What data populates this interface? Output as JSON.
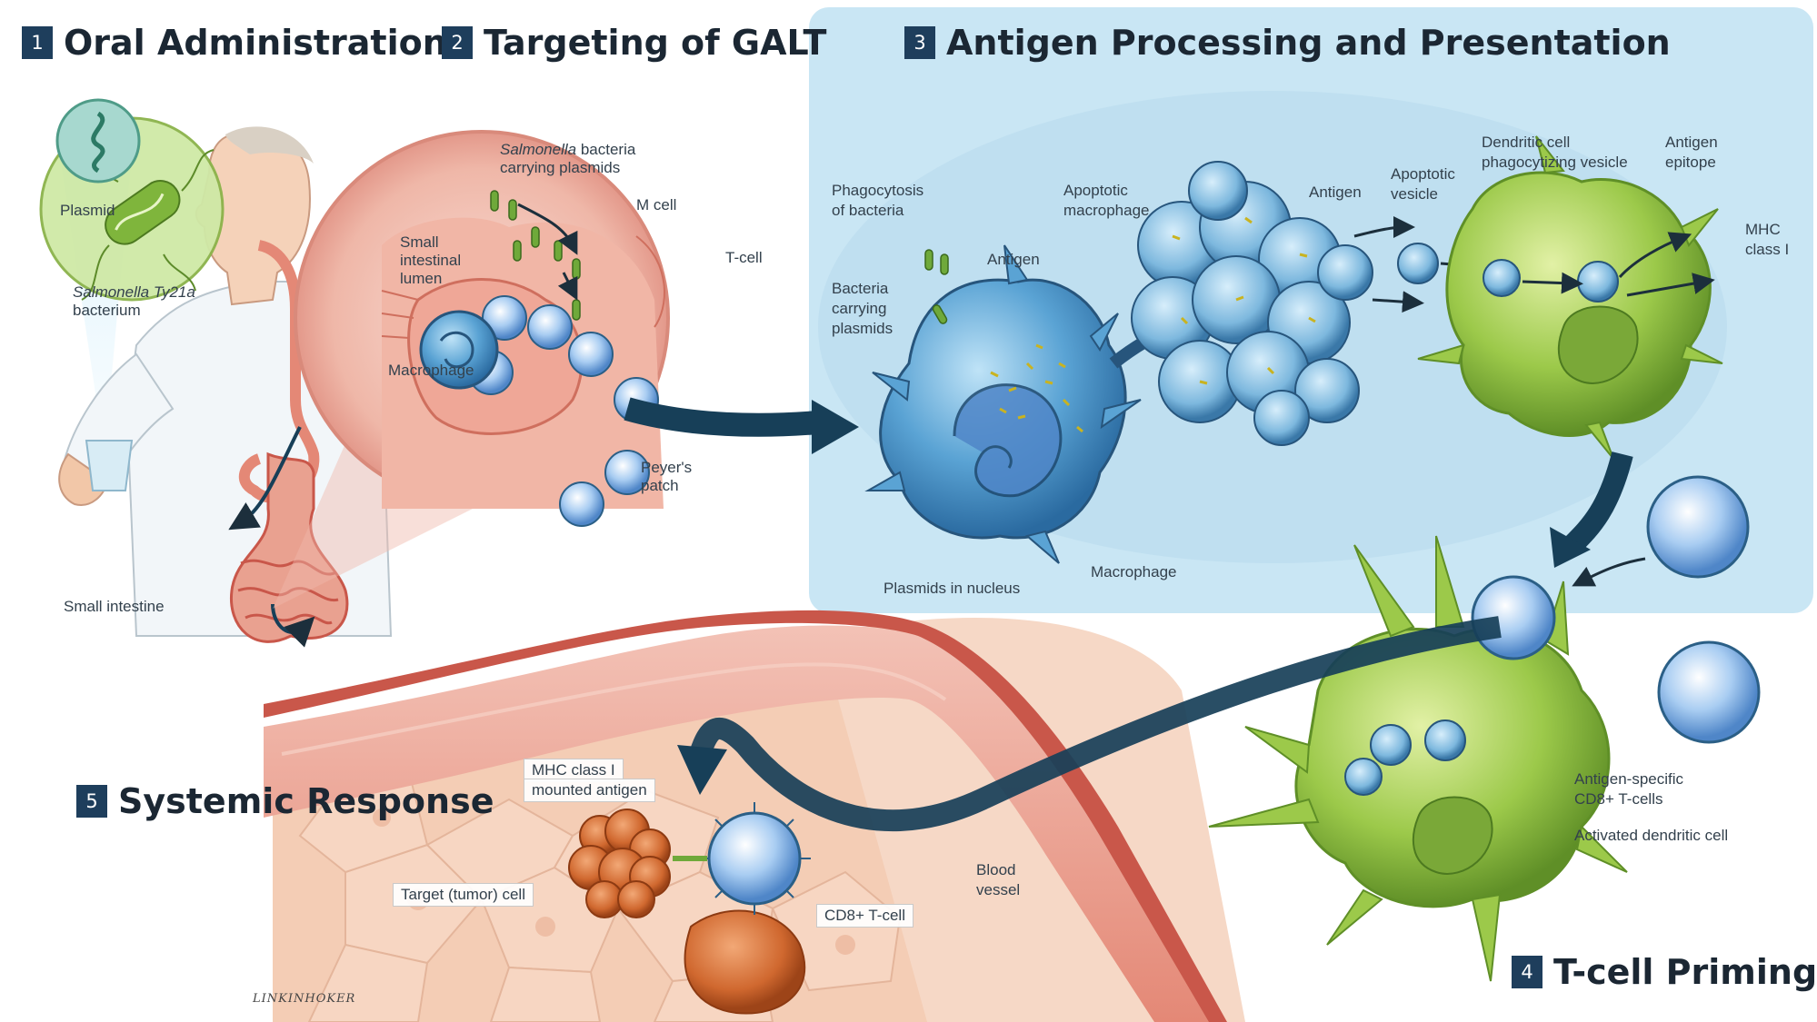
{
  "panels": {
    "p1": {
      "num": "1",
      "title": "Oral Administration"
    },
    "p2": {
      "num": "2",
      "title": "Targeting of GALT"
    },
    "p3": {
      "num": "3",
      "title": "Antigen Processing and Presentation"
    },
    "p4": {
      "num": "4",
      "title": "T-cell Priming"
    },
    "p5": {
      "num": "5",
      "title": "Systemic Response"
    }
  },
  "labels": {
    "plasmid": "Plasmid",
    "salmonella_name": "Salmonella Ty21a",
    "bacterium": "bacterium",
    "small_intestine": "Small intestine",
    "salmonella_word": "Salmonella",
    "bacteria_word": " bacteria",
    "carrying_plasmids": "carrying plasmids",
    "m_cell": "M cell",
    "lumen_1": "Small",
    "lumen_2": "intestinal",
    "lumen_3": "lumen",
    "t_cell": "T-cell",
    "macrophage": "Macrophage",
    "peyers_1": "Peyer's",
    "peyers_2": "patch",
    "phago_1": "Phagocytosis",
    "phago_2": "of bacteria",
    "bcp_1": "Bacteria",
    "bcp_2": "carrying",
    "bcp_3": "plasmids",
    "antigen": "Antigen",
    "plasmids_in_nucleus": "Plasmids in nucleus",
    "apoptotic_macrophage_1": "Apoptotic",
    "apoptotic_macrophage_2": "macrophage",
    "apoptotic_vesicle_1": "Apoptotic",
    "apoptotic_vesicle_2": "vesicle",
    "dc_vesicle_1": "Dendritic cell",
    "dc_vesicle_2": "phagocytizing vesicle",
    "antigen_epitope_1": "Antigen",
    "antigen_epitope_2": "epitope",
    "mhc_1": "MHC",
    "mhc_2": "class I",
    "cd8_specific_1": "Antigen-specific",
    "cd8_specific_2": "CD8+ T-cells",
    "activated_dc": "Activated dendritic cell",
    "mhc_mounted_1": "MHC class I",
    "mhc_mounted_2": "mounted antigen",
    "blood_1": "Blood",
    "blood_2": "vessel",
    "target_cell": "Target (tumor) cell",
    "cd8_tcell": "CD8+ T-cell",
    "signature": "LINKINHOKER"
  },
  "colors": {
    "heading_text": "#1b2733",
    "number_box": "#1e3e5c",
    "panel3_bg": "#c9e6f4",
    "arrow": "#173f58",
    "macrophage_blue": "#4a8fc4",
    "dendritic_green": "#8bbd3a",
    "tissue_red": "#e08a7c",
    "tumor_orange": "#c9622c"
  }
}
